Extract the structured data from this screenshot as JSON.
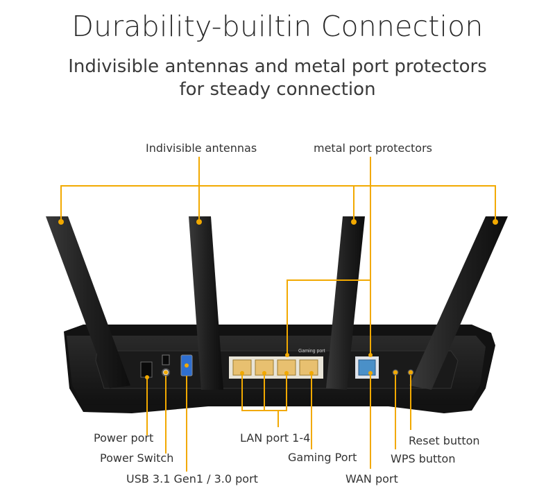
{
  "header": {
    "title": "Durability-builtin Connection",
    "subtitle_line1": "Indivisible antennas and metal port protectors",
    "subtitle_line2": "for steady connection"
  },
  "callouts": {
    "antennas": "Indivisible antennas",
    "metal_port_protectors": "metal port protectors",
    "power_port": "Power port",
    "power_switch": "Power Switch",
    "usb_port": "USB 3.1 Gen1 / 3.0 port",
    "lan_port": "LAN port 1-4",
    "gaming_port": "Gaming Port",
    "wan_port": "WAN port",
    "reset_button": "Reset button",
    "wps_button": "WPS button"
  },
  "device": {
    "gaming_port_marking": "Gaming port"
  },
  "colors": {
    "accent": "#f2a900",
    "router_body": "#1c1c1c",
    "lan_port": "#e8c070",
    "wan_port": "#4a90c8",
    "usb_port": "#2f6fd0"
  }
}
